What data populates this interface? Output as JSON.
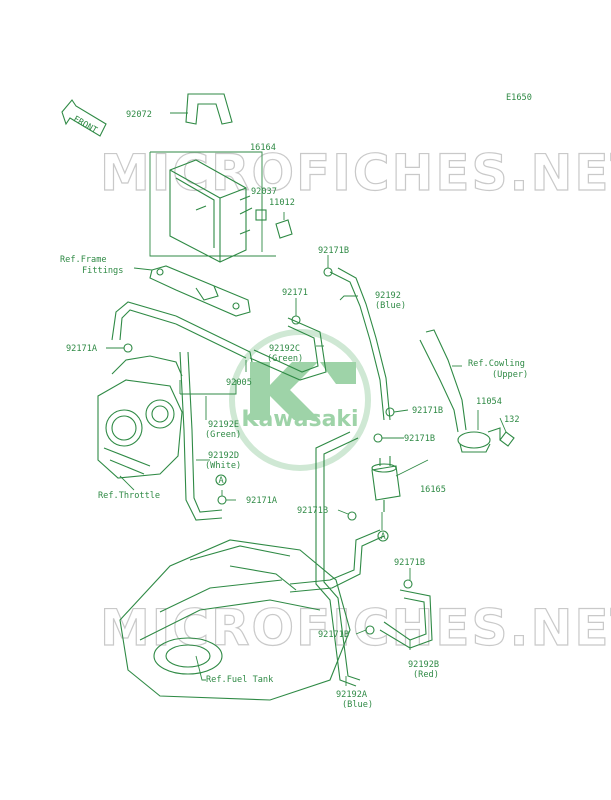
{
  "diagram_code": "E1650",
  "front_arrow_label": "FRONT",
  "watermark_text": "MICROFICHES.NET",
  "logo_text": "Kawasaki",
  "colors": {
    "line": "#2f8a45",
    "watermark": "#c9c9c9",
    "logo": "#9ed3a8"
  },
  "callouts": {
    "c92072": "92072",
    "c16164": "16164",
    "c92037": "92037",
    "c11012": "11012",
    "c92171b_1": "92171B",
    "c92192": "92192",
    "c92192_color": "(Blue)",
    "c92171": "92171",
    "c92192c": "92192C",
    "c92192c_color": "(Green)",
    "c92171a_1": "92171A",
    "c92005": "92005",
    "c92192e": "92192E",
    "c92192e_color": "(Green)",
    "c92192d": "92192D",
    "c92192d_color": "(White)",
    "c92171a_2": "92171A",
    "c92171b_2": "92171B",
    "c92171b_3": "92171B",
    "c11054": "11054",
    "c132": "132",
    "c16165": "16165",
    "c92171b_4": "92171B",
    "c92171b_5": "92171B",
    "c92171b_6": "92171B",
    "c92192b": "92192B",
    "c92192b_color": "(Red)",
    "c92192a": "92192A",
    "c92192a_color": "(Blue)",
    "marker_a_1": "A",
    "marker_a_2": "A"
  },
  "references": {
    "frame_1": "Ref.Frame",
    "frame_2": "Fittings",
    "throttle": "Ref.Throttle",
    "cowling_1": "Ref.Cowling",
    "cowling_2": "(Upper)",
    "fuel_tank": "Ref.Fuel Tank"
  }
}
